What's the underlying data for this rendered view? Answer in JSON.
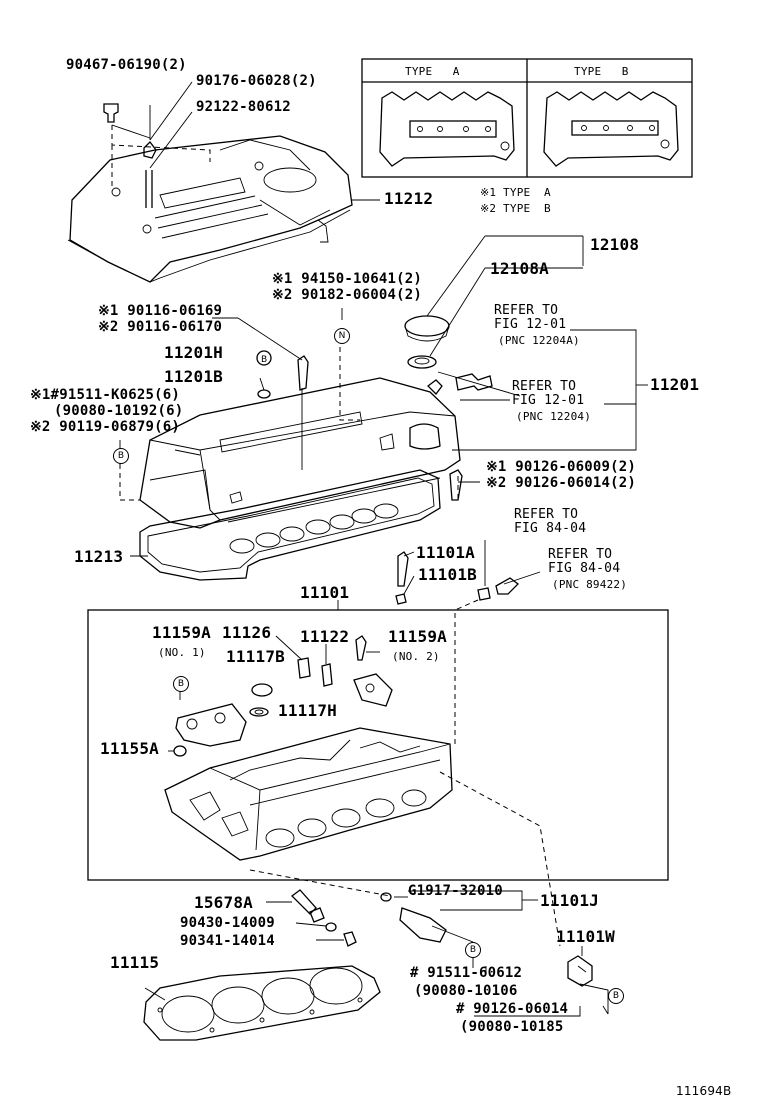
{
  "types": {
    "type_a": "TYPE   A",
    "type_b": "TYPE   B",
    "legend_1": "※1 TYPE  A",
    "legend_2": "※2 TYPE  B"
  },
  "labels": {
    "p90467": "90467-06190(2)",
    "p90176": "90176-06028(2)",
    "p92122": "92122-80612",
    "p11212": "11212",
    "p12108": "12108",
    "p12108a": "12108A",
    "p94150": "※1 94150-10641(2)",
    "p90182": "※2 90182-06004(2)",
    "p90116_1": "※1 90116-06169",
    "p90116_2": "※2 90116-06170",
    "p11201h": "11201H",
    "p11201b": "11201B",
    "p91511": "※1#91511-K0625(6)",
    "p90080a": "(90080-10192(6)",
    "p90119": "※2 90119-06879(6)",
    "p11201": "11201",
    "p90126_1": "※1 90126-06009(2)",
    "p90126_2": "※2 90126-06014(2)",
    "p11213": "11213",
    "p11101a": "11101A",
    "p11101b": "11101B",
    "p11101": "11101",
    "p11159a_1": "11159A",
    "no1": "(NO. 1)",
    "p11126": "11126",
    "p11122": "11122",
    "p11159a_2": "11159A",
    "no2": "(NO. 2)",
    "p11117b": "11117B",
    "p11117h": "11117H",
    "p11155a": "11155A",
    "p15678a": "15678A",
    "pg1917": "G1917-32010",
    "p11101j": "11101J",
    "p90430": "90430-14009",
    "p90341": "90341-14014",
    "p11101w": "11101W",
    "p11115": "11115",
    "p91511b": "# 91511-60612",
    "p90080b": "(90080-10106",
    "p90126_3": "# 90126-06014",
    "p90080c": "(90080-10185",
    "fig_id": "111694B"
  },
  "refs": {
    "r1_a": "REFER TO",
    "r1_b": "FIG 12-01",
    "r1_c": "(PNC 12204A)",
    "r2_a": "REFER TO",
    "r2_b": "FIG 12-01",
    "r2_c": "(PNC 12204)",
    "r3_a": "REFER TO",
    "r3_b": "FIG 84-04",
    "r4_a": "REFER TO",
    "r4_b": "FIG 84-04",
    "r4_c": "(PNC 89422)"
  },
  "tags": {
    "n": "N",
    "b": "B"
  }
}
